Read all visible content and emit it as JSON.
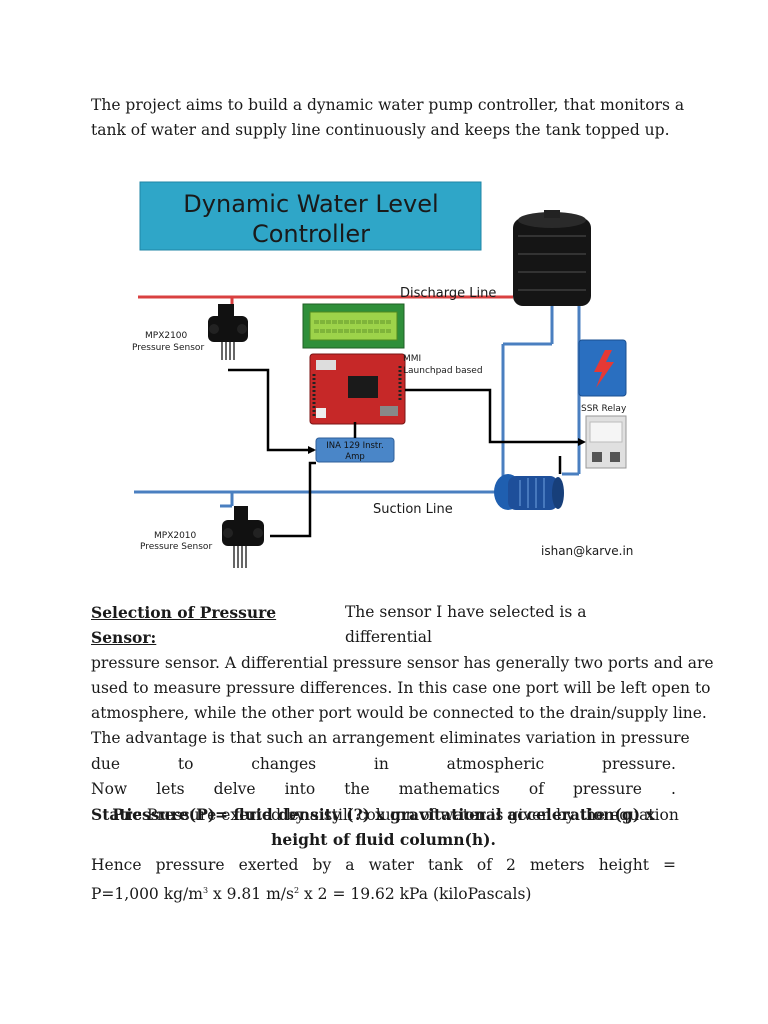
{
  "intro": {
    "line1": "The project aims to build a dynamic water pump controller, that monitors a",
    "line2": "tank of water and supply line continuously and keeps the tank topped up."
  },
  "diagram": {
    "title_line1": "Dynamic Water Level",
    "title_line2": "Controller",
    "discharge_label": "Discharge Line",
    "suction_label": "Suction Line",
    "sensor1_name": "MPX2100",
    "sensor1_desc": "Pressure Sensor",
    "sensor2_name": "MPX2010",
    "sensor2_desc": "Pressure Sensor",
    "mmi_line1": "MMI",
    "mmi_line2": "Launchpad based",
    "amp_line1": "INA 129 Instr.",
    "amp_line2": "Amp",
    "ssr_label": "SSR Relay",
    "credit": "ishan@karve.in",
    "colors": {
      "title_bg": "#2fa6c8",
      "discharge": "#d94040",
      "suction": "#4a7fc0",
      "wire": "#000000"
    }
  },
  "selection": {
    "heading": "Selection of Pressure Sensor:",
    "l1_rest": "The sensor I have selected is a differential",
    "l2": "pressure sensor. A differential pressure sensor has generally two ports and are",
    "l3": "used to measure pressure differences. In this case one port will be left open to",
    "l4": "atmosphere, while the other port would be connected to the drain/supply line.",
    "l5": "The advantage is that such an arrangement eliminates variation in pressure",
    "l6_words": [
      "due",
      "to",
      "changes",
      "in",
      "atmospheric",
      "pressure."
    ],
    "l7_words": [
      "Now",
      "lets",
      "delve",
      "into",
      "the",
      "mathematics",
      "of",
      "pressure",
      "."
    ],
    "l8_bold": "Static",
    "l8_rest": "Pressure exerted by a still column of water is given by the equation"
  },
  "equation": {
    "line1": "Pressure(P)= fluid density (?) x gravitational acceleration(g) x",
    "line2": "height of fluid column(h)."
  },
  "hence": {
    "words": [
      "Hence",
      "pressure",
      "exerted",
      "by",
      "a",
      "water",
      "tank",
      "of",
      "2",
      "meters",
      "height",
      "="
    ],
    "p_prefix": "P=1,000 kg/m",
    "sup1": "3",
    "mid": " x 9.81 m/s",
    "sup2": "2",
    "suffix": " x 2 = 19.62 kPa (kiloPascals)"
  }
}
